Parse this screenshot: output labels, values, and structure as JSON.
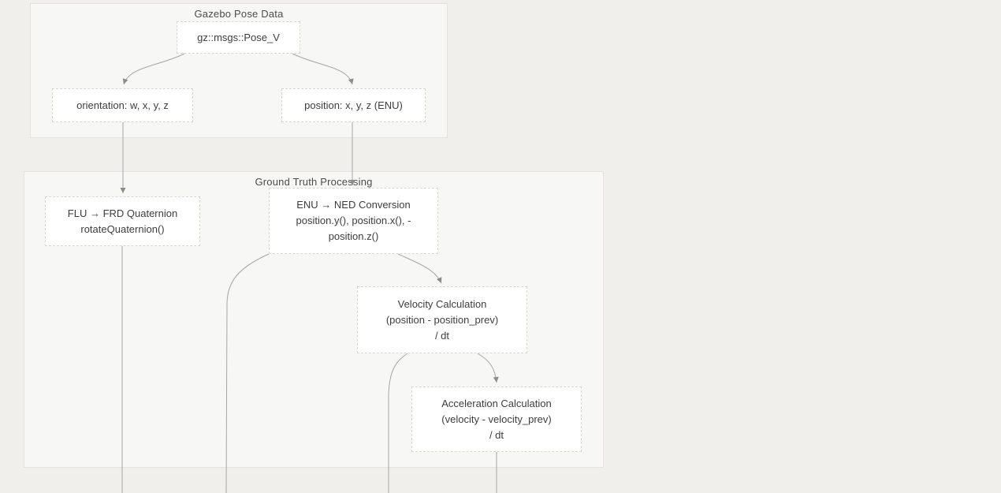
{
  "diagram": {
    "clusters": {
      "gazebo": {
        "label": "Gazebo Pose Data"
      },
      "ground_truth": {
        "label": "Ground Truth Processing"
      }
    },
    "nodes": {
      "pose_v": {
        "text": "gz::msgs::Pose_V"
      },
      "orientation": {
        "text": "orientation: w, x, y, z"
      },
      "position": {
        "text": "position: x, y, z (ENU)"
      },
      "flu_frd": {
        "text": "FLU → FRD Quaternion\nrotateQuaternion()"
      },
      "enu_ned": {
        "text": "ENU → NED Conversion\nposition.y(), position.x(), -\nposition.z()"
      },
      "velocity": {
        "text": "Velocity Calculation\n(position - position_prev)\n/ dt"
      },
      "acceleration": {
        "text": "Acceleration Calculation\n(velocity - velocity_prev)\n/ dt"
      }
    },
    "edges": [
      {
        "from": "pose_v",
        "to": "orientation",
        "arrow": true
      },
      {
        "from": "pose_v",
        "to": "position",
        "arrow": true
      },
      {
        "from": "orientation",
        "to": "flu_frd",
        "arrow": true
      },
      {
        "from": "position",
        "to": "enu_ned",
        "arrow": true
      },
      {
        "from": "enu_ned",
        "to": "velocity",
        "arrow": true
      },
      {
        "from": "enu_ned",
        "to": "offscreen-bottom",
        "arrow": false
      },
      {
        "from": "flu_frd",
        "to": "offscreen-bottom",
        "arrow": false
      },
      {
        "from": "velocity",
        "to": "offscreen-bottom",
        "arrow": false
      },
      {
        "from": "velocity",
        "to": "acceleration",
        "arrow": true
      },
      {
        "from": "acceleration",
        "to": "offscreen-bottom",
        "arrow": false
      }
    ],
    "colors": {
      "page_bg": "#f0efec",
      "cluster_bg": "#f7f7f6",
      "cluster_border": "#e4e2df",
      "node_bg": "#ffffff",
      "node_border": "#d9d7d3",
      "edge": "#a8a6a3",
      "arrowhead": "#8e8c89",
      "node_text": "#3d3d3d",
      "cluster_label_text": "#4c4c4c"
    }
  }
}
